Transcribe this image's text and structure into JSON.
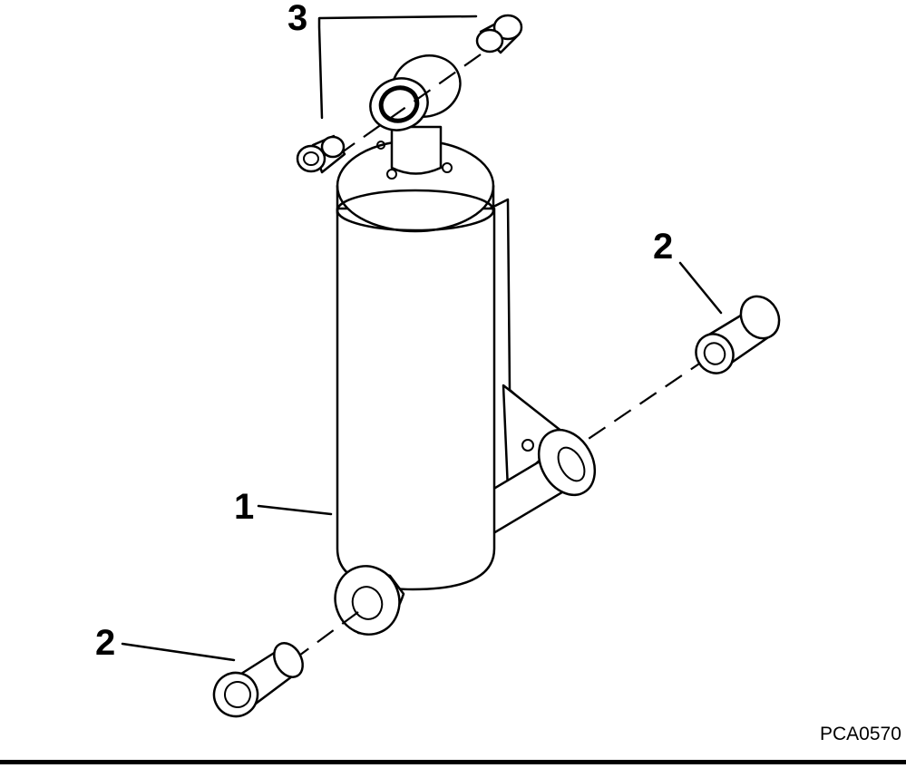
{
  "callouts": {
    "cylinder": "1",
    "bushing_right": "2",
    "bushing_left": "2",
    "bushings_top": "3"
  },
  "figure_id": "PCA0570"
}
